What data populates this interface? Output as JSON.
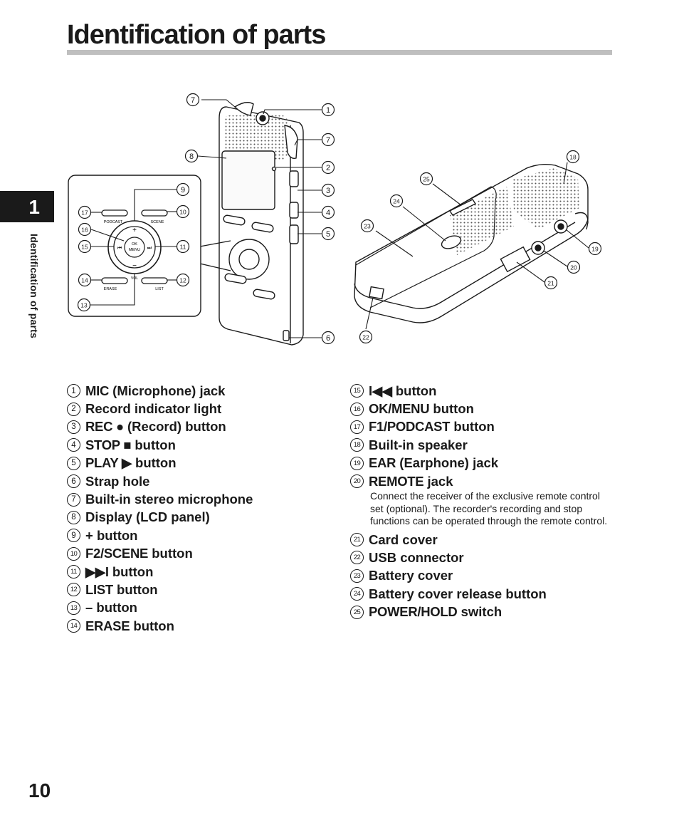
{
  "page": {
    "title": "Identification of parts",
    "chapter_number": "1",
    "side_label": "Identification of parts",
    "page_number": "10"
  },
  "diagram": {
    "inset_labels": {
      "ok": "OK",
      "menu": "MENU",
      "podcast": "PODCAST",
      "scene": "SCENE",
      "erase": "ERASE",
      "list": "LIST",
      "plus": "+",
      "minus": "−",
      "vol": "VOL"
    },
    "callouts": [
      "1",
      "2",
      "3",
      "4",
      "5",
      "6",
      "7",
      "7",
      "8",
      "9",
      "10",
      "11",
      "12",
      "13",
      "14",
      "15",
      "16",
      "17",
      "18",
      "19",
      "20",
      "21",
      "22",
      "23",
      "24",
      "25"
    ]
  },
  "parts_left": [
    {
      "n": "1",
      "kw": "MIC",
      "text": " (Microphone) jack"
    },
    {
      "n": "2",
      "kw": "",
      "text": "Record indicator light"
    },
    {
      "n": "3",
      "kw": "REC ●",
      "text": " (Record) button"
    },
    {
      "n": "4",
      "kw": "STOP ■",
      "text": " button"
    },
    {
      "n": "5",
      "kw": "PLAY ▶",
      "text": " button"
    },
    {
      "n": "6",
      "kw": "",
      "text": "Strap hole"
    },
    {
      "n": "7",
      "kw": "",
      "text": "Built-in stereo microphone"
    },
    {
      "n": "8",
      "kw": "",
      "text": "Display (LCD panel)"
    },
    {
      "n": "9",
      "kw": "",
      "text": "+ button"
    },
    {
      "n": "10",
      "kw": "F2/SCENE",
      "text": " button"
    },
    {
      "n": "11",
      "kw": "▶▶I",
      "text": " button"
    },
    {
      "n": "12",
      "kw": "LIST",
      "text": " button"
    },
    {
      "n": "13",
      "kw": "",
      "text": "– button"
    },
    {
      "n": "14",
      "kw": "ERASE",
      "text": " button"
    }
  ],
  "parts_right": [
    {
      "n": "15",
      "kw": "I◀◀",
      "text": " button"
    },
    {
      "n": "16",
      "kw": "OK/MENU",
      "text": " button"
    },
    {
      "n": "17",
      "kw": "F1/PODCAST",
      "text": " button"
    },
    {
      "n": "18",
      "kw": "",
      "text": "Built-in speaker"
    },
    {
      "n": "19",
      "kw": "EAR",
      "text": " (Earphone) jack"
    },
    {
      "n": "20",
      "kw": "REMOTE",
      "text": " jack",
      "desc": "Connect the receiver of the exclusive remote control set (optional). The recorder's recording and stop functions can be operated through the remote control."
    },
    {
      "n": "21",
      "kw": "",
      "text": "Card cover"
    },
    {
      "n": "22",
      "kw": "",
      "text": "USB connector"
    },
    {
      "n": "23",
      "kw": "",
      "text": "Battery cover"
    },
    {
      "n": "24",
      "kw": "",
      "text": "Battery cover release button"
    },
    {
      "n": "25",
      "kw": "POWER/HOLD",
      "text": " switch"
    }
  ]
}
